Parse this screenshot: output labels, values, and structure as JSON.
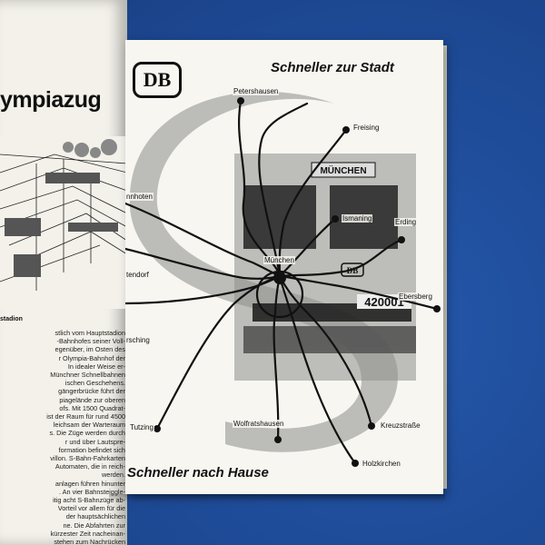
{
  "left_page": {
    "title": "ympiazug",
    "section_heading": "stadion",
    "body_lines": [
      "stlich vom Hauptstadion",
      "-Bahnhofes seiner Voll-",
      "egenüber, im Osten des",
      "r Olympia-Bahnhof der",
      "In idealer Weise er-",
      "Münchner Schnellbahnen",
      "ischen Geschehens.",
      "gängerbrücke führt der",
      "piagelände zur oberen",
      "ofs. Mit 1500 Quadrat-",
      "ist der Raum für rund 4500",
      "leichsam der Warteraum",
      "s. Die Züge werden durch",
      "r und über Lautspre-",
      "formation befindet sich",
      "villon. S-Bahn-Fahrkarten",
      "Automaten, die in reich-",
      "werden.",
      "anlagen führen hinunter",
      ". An vier Bahnsteiggle-",
      "itig acht S-Bahnzüge ab-",
      "Vorteil vor allem für die",
      "der hauptsächlichen",
      "ne. Die Abfahrten zur",
      "kürzester Zeit nacheinan-",
      "stehen zum Nachrücken"
    ]
  },
  "right_page": {
    "logo_text": "DB",
    "headline_top": "Schneller zur Stadt",
    "headline_bottom": "Schneller nach Hause",
    "stations": {
      "petershausen": "Petershausen",
      "freising": "Freising",
      "erding": "Erding",
      "ismaning": "Ismaning",
      "ebersberg": "Ebersberg",
      "muenchen": "München",
      "kreuzstrasse": "Kreuzstraße",
      "holzkirchen": "Holzkirchen",
      "wolfratshausen": "Wolfratshausen",
      "tutzing": "Tutzing",
      "nnhoten": "nnhoten",
      "tendorf": "tendorf",
      "rsching": "rsching"
    },
    "train_signs": {
      "destination": "MÜNCHEN",
      "number": "420001",
      "small_logo": "DB"
    }
  },
  "colors": {
    "background_blue": "#1f4d9c",
    "paper": "#f7f6f0",
    "ink": "#111111",
    "photo_gray": "#9a9a9a"
  }
}
